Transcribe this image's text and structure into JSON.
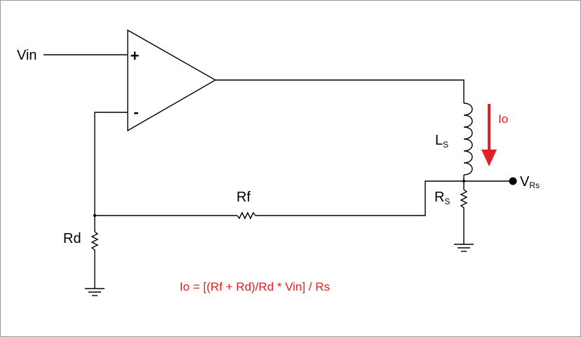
{
  "labels": {
    "vin": "Vin",
    "plus": "+",
    "minus": "-",
    "ls_main": "L",
    "ls_sub": "S",
    "io": "Io",
    "vrs_main": "V",
    "vrs_sub": "Rs",
    "rs_main": "R",
    "rs_sub": "S",
    "rf": "Rf",
    "rd": "Rd"
  },
  "formula": "Io = [(Rf + Rd)/Rd * Vin] / Rs",
  "colors": {
    "wire": "#000000",
    "accent": "#e0202a",
    "border": "#9a9a9a"
  }
}
